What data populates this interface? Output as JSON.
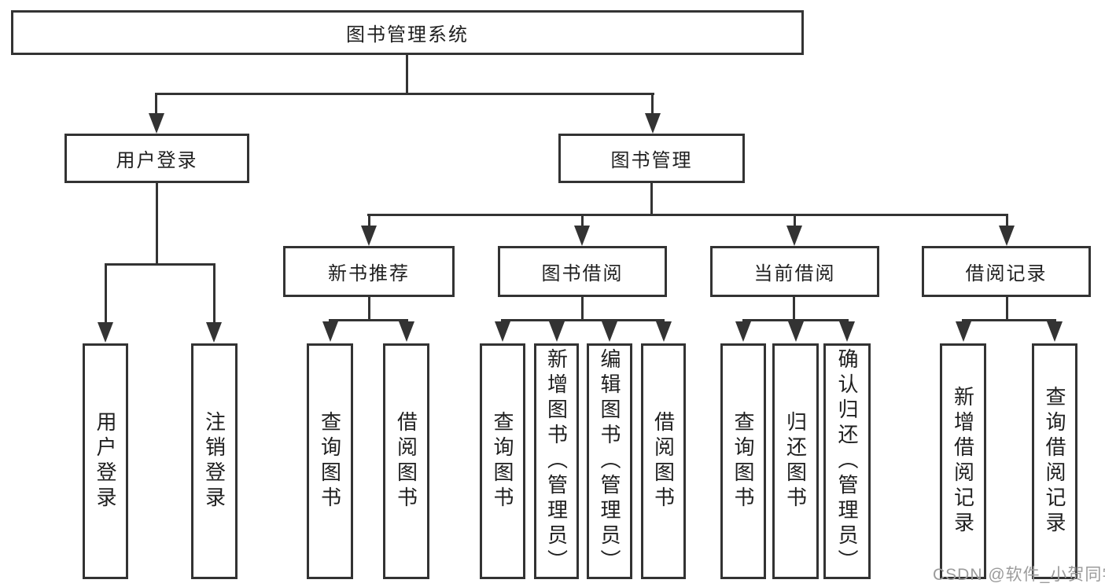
{
  "diagram": {
    "title": "图书管理系统",
    "branches": [
      {
        "label": "用户登录",
        "children": [
          {
            "label": "用户登录"
          },
          {
            "label": "注销登录"
          }
        ]
      },
      {
        "label": "图书管理",
        "children": [
          {
            "label": "新书推荐",
            "children": [
              {
                "label": "查询图书"
              },
              {
                "label": "借阅图书"
              }
            ]
          },
          {
            "label": "图书借阅",
            "children": [
              {
                "label": "查询图书"
              },
              {
                "label": "新增图书（管理员）"
              },
              {
                "label": "编辑图书（管理员）"
              },
              {
                "label": "借阅图书"
              }
            ]
          },
          {
            "label": "当前借阅",
            "children": [
              {
                "label": "查询图书"
              },
              {
                "label": "归还图书"
              },
              {
                "label": "确认归还（管理员）"
              }
            ]
          },
          {
            "label": "借阅记录",
            "children": [
              {
                "label": "新增借阅记录"
              },
              {
                "label": "查询借阅记录"
              }
            ]
          }
        ]
      }
    ]
  },
  "watermark": {
    "text": "CSDN @软件_小贺同学"
  },
  "colors": {
    "line": "#333333",
    "text": "#1f1f1f",
    "watermark": "#9b9b9b",
    "background": "#ffffff"
  }
}
